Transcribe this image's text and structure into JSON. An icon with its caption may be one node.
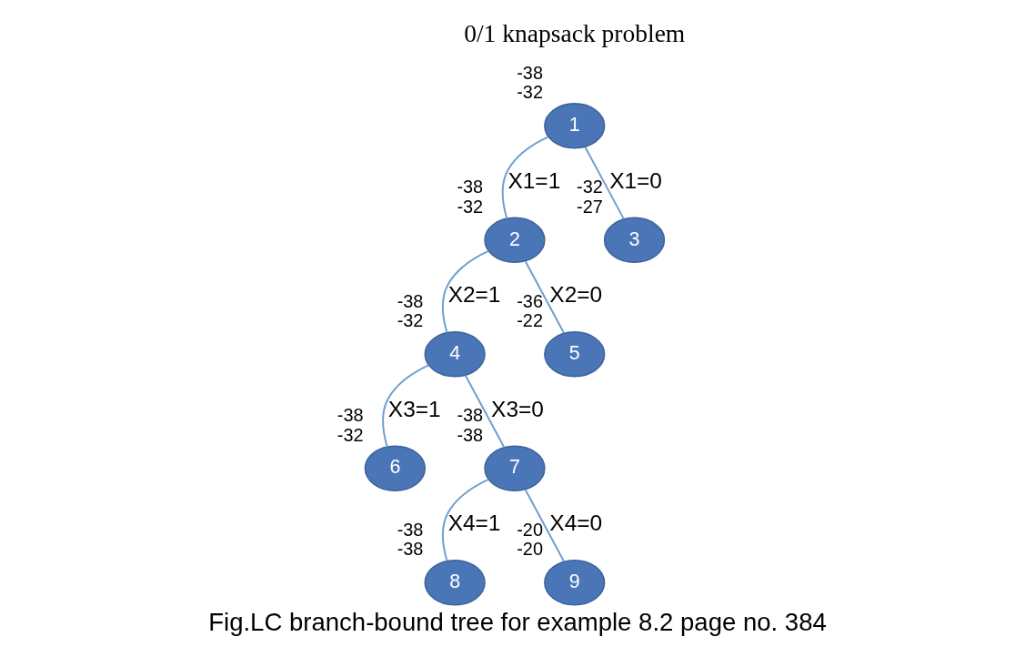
{
  "diagram": {
    "title": "0/1 knapsack problem",
    "caption": "Fig.LC branch-bound tree for example 8.2 page no. 384",
    "nodes": [
      {
        "text": [
          "1"
        ],
        "beside": [
          "-38",
          "-32"
        ]
      },
      {
        "text": [
          "2"
        ],
        "beside": [
          "-38",
          "-32"
        ]
      },
      {
        "text": [
          "3"
        ],
        "beside": [
          "-32",
          "-27"
        ]
      },
      {
        "text": [
          "4"
        ],
        "beside": [
          "-38",
          "-32"
        ]
      },
      {
        "text": [
          "5"
        ],
        "beside": [
          "-36",
          "-22"
        ]
      },
      {
        "text": [
          "6"
        ],
        "beside": [
          "-38",
          "-32"
        ]
      },
      {
        "text": [
          "7"
        ],
        "beside": [
          "-38",
          "-38"
        ]
      },
      {
        "text": [
          "8"
        ],
        "beside": [
          "-38",
          "-38"
        ]
      },
      {
        "text": [
          "9"
        ],
        "beside": [
          "-20",
          "-20"
        ]
      }
    ],
    "edges": [
      {
        "from": 0,
        "to": 1,
        "arrow": "none",
        "label": "X1=1"
      },
      {
        "from": 0,
        "to": 2,
        "arrow": "none",
        "label": "X1=0"
      },
      {
        "from": 1,
        "to": 3,
        "arrow": "none",
        "label": "X2=1"
      },
      {
        "from": 1,
        "to": 4,
        "arrow": "none",
        "label": "X2=0"
      },
      {
        "from": 3,
        "to": 5,
        "arrow": "none",
        "label": "X3=1"
      },
      {
        "from": 3,
        "to": 6,
        "arrow": "none",
        "label": "X3=0"
      },
      {
        "from": 6,
        "to": 7,
        "arrow": "none",
        "label": "X4=1"
      },
      {
        "from": 6,
        "to": 8,
        "arrow": "none",
        "label": "X4=0"
      }
    ]
  }
}
